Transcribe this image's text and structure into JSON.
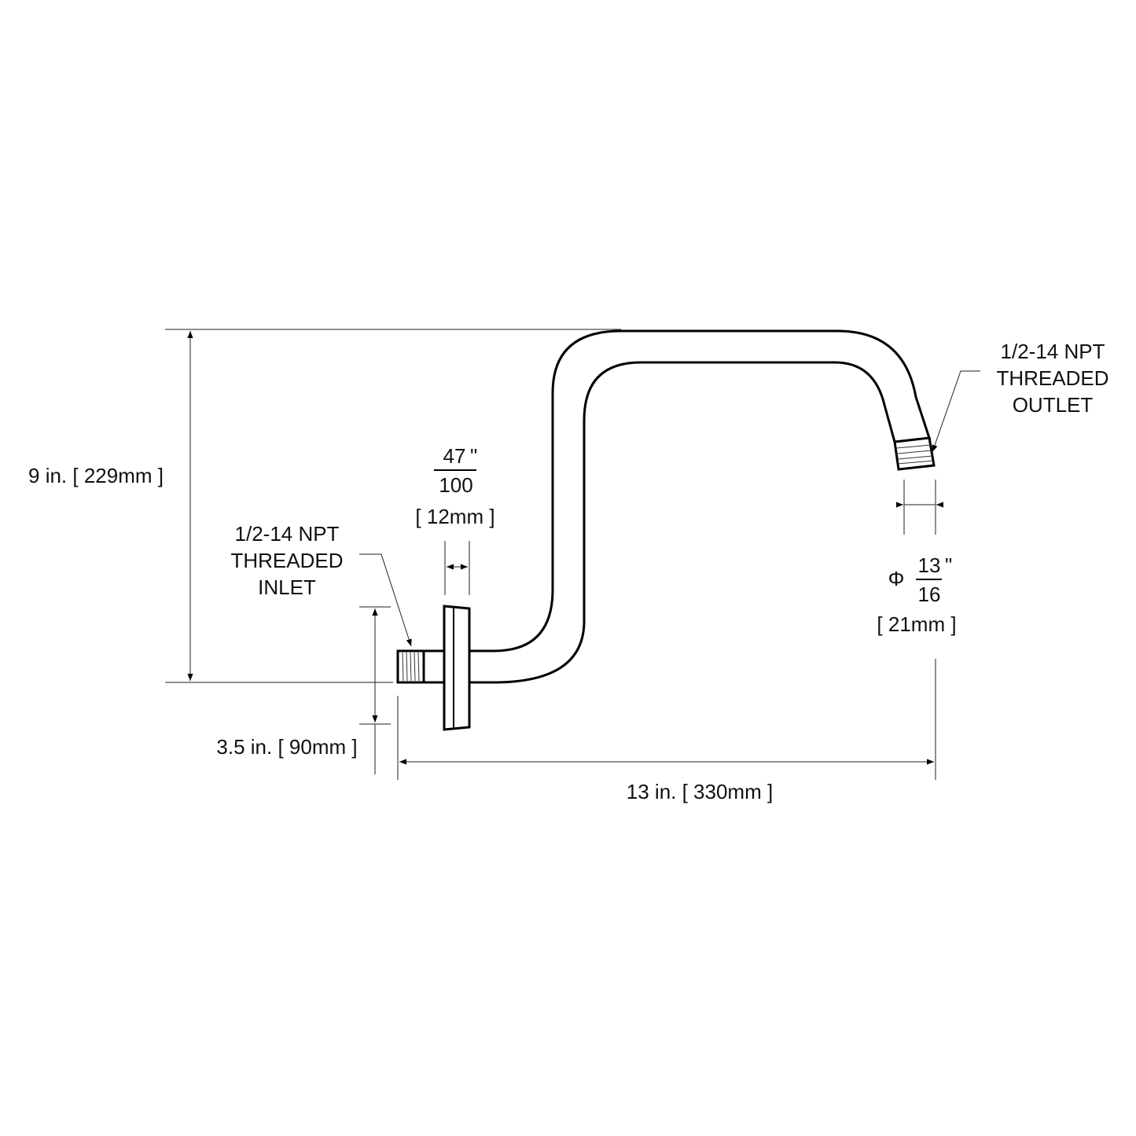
{
  "outlet_label": [
    "1/2-14 NPT",
    "THREADED",
    "OUTLET"
  ],
  "inlet_label": [
    "1/2-14 NPT",
    "THREADED",
    "INLET"
  ],
  "height_dim": "9 in. [ 229mm ]",
  "flange_thickness": {
    "numerator": "47",
    "denominator": "100",
    "unit": "\"",
    "mm": "[ 12mm ]"
  },
  "outlet_diameter": {
    "symbol": "Φ",
    "numerator": "13",
    "denominator": "16",
    "unit": "\"",
    "mm": "[ 21mm ]"
  },
  "flange_height_dim": "3.5 in. [ 90mm ]",
  "length_dim": "13 in. [ 330mm ]"
}
